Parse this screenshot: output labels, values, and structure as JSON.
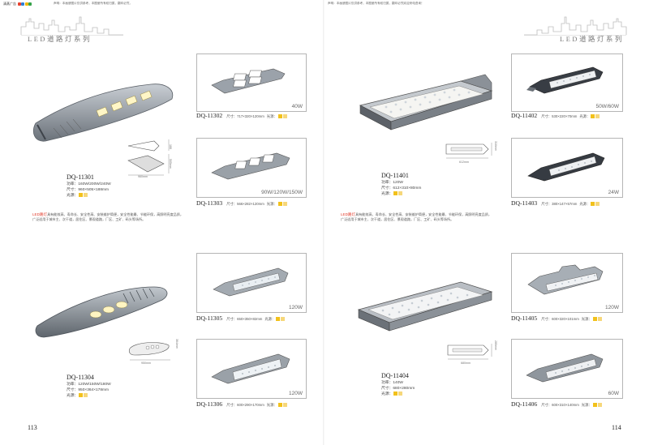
{
  "header": {
    "brand": "清蒸广告",
    "brand_colors": [
      "#e8402d",
      "#2f7fd8",
      "#f1b500",
      "#35a24a"
    ],
    "note_left": "声明：本画册图片仅供参考，本图册所有权归属，翻印必究，",
    "note_right": "声明：本画册图片仅供参考，本图册所有权归属，翻印必究欢迎来电咨询！"
  },
  "series_title_left": "LED道路灯系列",
  "series_title_right": "LED道路灯系列",
  "left_page": {
    "page_number": "113",
    "hero_top": {
      "code": "DQ-11301",
      "power": "功率：160W/200W/240W",
      "size": "尺寸：960×505×188mm",
      "source_label": "光源："
    },
    "hero_bottom": {
      "code": "DQ-11304",
      "power": "功率：120W/150W/180W",
      "size": "尺寸：950×364×178mm",
      "source_label": "光源："
    },
    "dims": {
      "top_width": "960mm",
      "top_height": "188",
      "top_depth": "505mm",
      "bottom_width": "950mm",
      "bottom_height": "364mm"
    },
    "products": [
      {
        "code": "DQ-11302",
        "size": "尺寸：717×320×120mm",
        "source": "光源：",
        "watt": "40W"
      },
      {
        "code": "DQ-11303",
        "size": "尺寸：566×282×120mm",
        "source": "光源：",
        "watt": "90W/120W/150W"
      },
      {
        "code": "DQ-11305",
        "size": "尺寸：650×350×82mm",
        "source": "光源：",
        "watt": "120W"
      },
      {
        "code": "DQ-11306",
        "size": "尺寸：600×290×170mm",
        "source": "光源：",
        "watt": "120W"
      }
    ],
    "desc_highlight": "LED路灯",
    "desc_line1": "具有能效高、寿命长、安全性高、安装维护简便，安全性能最、节能环保，高照明亮度品质，",
    "desc_line2": "广泛适用于城市主、次干道，居住区、景观道路，厂区、工矿、码头等场所。"
  },
  "right_page": {
    "page_number": "114",
    "hero_top": {
      "code": "DQ-11401",
      "power": "功率：120W",
      "size": "尺寸：612×310×80mm",
      "source_label": "光源："
    },
    "hero_bottom": {
      "code": "DQ-11404",
      "power": "功率：140W",
      "size": "尺寸：680×280mm",
      "source_label": "光源："
    },
    "dims": {
      "top_width": "612mm",
      "top_height": "310mm",
      "bottom_width": "680mm",
      "bottom_height": "280mm"
    },
    "products": [
      {
        "code": "DQ-11402",
        "size": "尺寸：530×220×70mm",
        "source": "光源：",
        "watt": "50W/60W"
      },
      {
        "code": "DQ-11403",
        "size": "尺寸：380×147×57mm",
        "source": "光源：",
        "watt": "24W"
      },
      {
        "code": "DQ-11405",
        "size": "尺寸：600×320×101mm",
        "source": "光源：",
        "watt": "120W"
      },
      {
        "code": "DQ-11406",
        "size": "尺寸：600×310×140mm",
        "source": "光源：",
        "watt": "60W"
      }
    ],
    "desc_highlight": "LED路灯",
    "desc_line1": "具有能效高、寿命长、安全性高、安装维护简便，安全性能最、节能环保，高照明亮度品质，",
    "desc_line2": "广泛适用于城市主、次干道，居住区、景观道路，厂区、工矿、码头等场所。"
  }
}
